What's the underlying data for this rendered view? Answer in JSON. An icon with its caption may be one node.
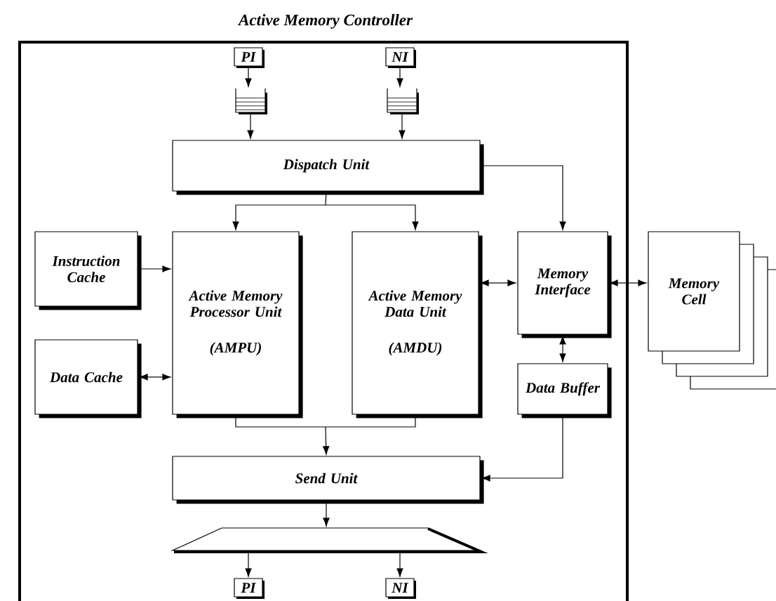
{
  "diagram": {
    "nodes": [
      {
        "text": [
          "Active Memory Controller"
        ]
      },
      {
        "text": [
          "PI"
        ],
        "in": 0
      },
      {
        "text": [
          "NI"
        ],
        "in": 0
      },
      {
        "text": [],
        "shape": "queue",
        "in": 0
      },
      {
        "text": [],
        "shape": "queue",
        "in": 0
      },
      {
        "text": [
          "Dispatch Unit"
        ],
        "in": 0
      },
      {
        "text": [
          "Instruction Cache"
        ],
        "in": 0
      },
      {
        "text": [
          "Active Memory Processor Unit",
          "(AMPU)"
        ],
        "in": 0
      },
      {
        "text": [
          "Active Memory Data Unit",
          "(AMDU)"
        ],
        "in": 0
      },
      {
        "text": [
          "Memory Interface"
        ],
        "in": 0
      },
      {
        "text": [
          "Data Cache"
        ],
        "in": 0
      },
      {
        "text": [
          "Data Buffer"
        ],
        "in": 0
      },
      {
        "text": [
          "Send Unit"
        ],
        "in": 0
      },
      {
        "text": [],
        "shape": "trapezoid",
        "in": 0
      },
      {
        "text": [
          "PI"
        ],
        "in": 0
      },
      {
        "text": [
          "NI"
        ],
        "in": 0
      },
      {
        "text": [
          "Memory Cell"
        ]
      }
    ],
    "edges": [
      {
        "from": 1,
        "to": 3,
        "arrow": "to"
      },
      {
        "from": 2,
        "to": 4,
        "arrow": "to"
      },
      {
        "from": 3,
        "to": 5,
        "arrow": "to"
      },
      {
        "from": 4,
        "to": 5,
        "arrow": "to"
      },
      {
        "from": 5,
        "to": 7,
        "arrow": "to"
      },
      {
        "from": 5,
        "to": 8,
        "arrow": "to"
      },
      {
        "from": 5,
        "to": 9,
        "arrow": "to"
      },
      {
        "from": 6,
        "to": 7,
        "arrow": "to"
      },
      {
        "from": 10,
        "to": 7,
        "arrow": "both"
      },
      {
        "from": 8,
        "to": 9,
        "arrow": "both"
      },
      {
        "from": 9,
        "to": 16,
        "arrow": "both"
      },
      {
        "from": 9,
        "to": 11,
        "arrow": "both"
      },
      {
        "from": 7,
        "to": 12,
        "arrow": "to"
      },
      {
        "from": 8,
        "to": 12,
        "arrow": "to"
      },
      {
        "from": 11,
        "to": 12,
        "arrow": "to"
      },
      {
        "from": 12,
        "to": 13,
        "arrow": "to"
      },
      {
        "from": 13,
        "to": 14,
        "arrow": "to"
      },
      {
        "from": 13,
        "to": 15,
        "arrow": "to"
      }
    ]
  }
}
